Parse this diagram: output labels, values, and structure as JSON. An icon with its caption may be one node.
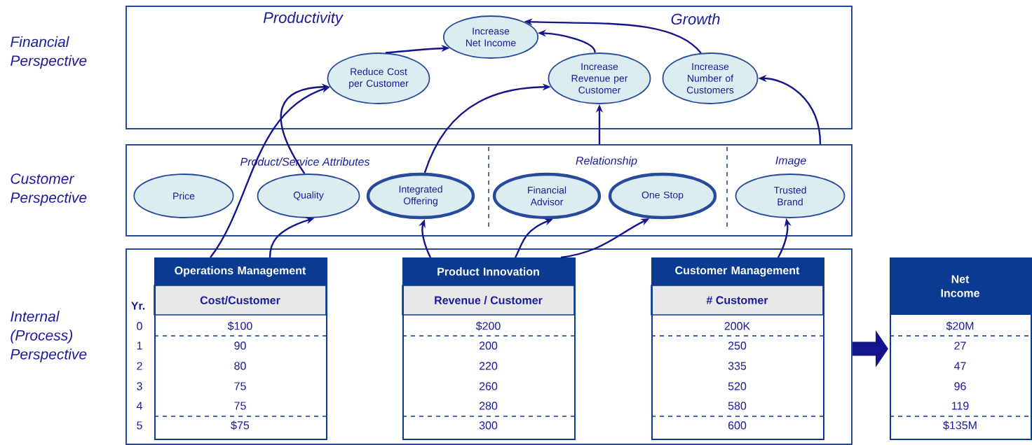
{
  "diagram": {
    "nodes": [
      {
        "text": [
          "Productivity",
          "Growth"
        ],
        "beside": [
          "Financial Perspective"
        ]
      },
      {
        "text": [
          "Increase Net Income"
        ],
        "in": 0
      },
      {
        "text": [
          "Reduce Cost per Customer"
        ],
        "in": 0
      },
      {
        "text": [
          "Increase Revenue per Customer"
        ],
        "in": 0
      },
      {
        "text": [
          "Increase Number of Customers"
        ],
        "in": 0
      },
      {
        "text": [
          "Product/Service Attributes",
          "Relationship",
          "Image"
        ],
        "beside": [
          "Customer Perspective"
        ]
      },
      {
        "text": [
          "Price"
        ],
        "in": 5
      },
      {
        "text": [
          "Quality"
        ],
        "in": 5
      },
      {
        "text": [
          "Integrated Offering"
        ],
        "in": 5
      },
      {
        "text": [
          "Financial Advisor"
        ],
        "in": 5
      },
      {
        "text": [
          "One Stop"
        ],
        "in": 5
      },
      {
        "text": [
          "Trusted Brand"
        ],
        "in": 5
      },
      {
        "text": [],
        "shape": "box",
        "beside": [
          "Internal (Process) Perspective"
        ]
      },
      {
        "text": [
          "Operations Management",
          "Cost/Customer",
          "$100",
          "90",
          "80",
          "75",
          "75",
          "$75"
        ],
        "in": 12
      },
      {
        "text": [
          "Product Innovation",
          "Revenue / Customer",
          "$200",
          "200",
          "220",
          "260",
          "280",
          "300"
        ],
        "in": 12
      },
      {
        "text": [
          "Customer Management",
          "# Customer",
          "200K",
          "250",
          "335",
          "520",
          "580",
          "600"
        ],
        "in": 12
      },
      {
        "text": [
          "Net Income",
          "$20M",
          "27",
          "47",
          "96",
          "119",
          "$135M"
        ]
      }
    ],
    "edges": [
      {
        "from": 2,
        "to": 1,
        "arrow": "to"
      },
      {
        "from": 3,
        "to": 1,
        "arrow": "to"
      },
      {
        "from": 4,
        "to": 1,
        "arrow": "to"
      },
      {
        "from": 13,
        "to": 2,
        "arrow": "to"
      },
      {
        "from": 7,
        "to": 2,
        "arrow": "to"
      },
      {
        "from": 13,
        "to": 7,
        "arrow": "to"
      },
      {
        "from": 8,
        "to": 3,
        "arrow": "to"
      },
      {
        "from": 5,
        "to": 3,
        "arrow": "to"
      },
      {
        "from": 5,
        "to": 4,
        "arrow": "to"
      },
      {
        "from": 14,
        "to": 8,
        "arrow": "to"
      },
      {
        "from": 14,
        "to": 9,
        "arrow": "to"
      },
      {
        "from": 14,
        "to": 10,
        "arrow": "to"
      },
      {
        "from": 15,
        "to": 11,
        "arrow": "to"
      },
      {
        "from": 12,
        "to": 16,
        "arrow": "to",
        "style": "thick"
      }
    ],
    "labels": [
      "Yr.",
      "0",
      "1",
      "2",
      "3",
      "4",
      "5"
    ]
  }
}
